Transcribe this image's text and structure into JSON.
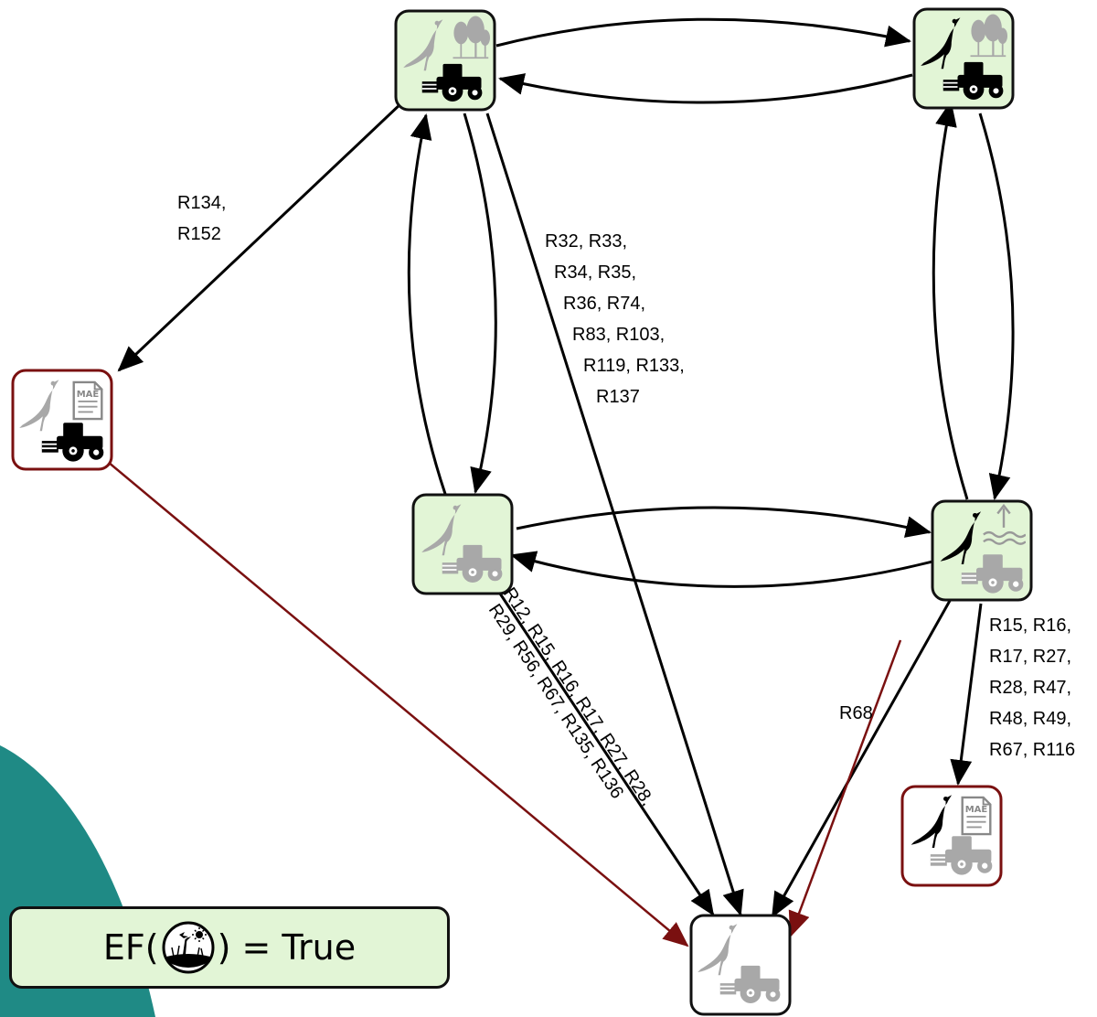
{
  "nodes": [
    {
      "id": "top-left",
      "icons": [
        "bird-grey",
        "trees",
        "tractor-black"
      ],
      "state": "active"
    },
    {
      "id": "top-right",
      "icons": [
        "bird-black",
        "trees",
        "tractor-black"
      ],
      "state": "active"
    },
    {
      "id": "mae-left",
      "icons": [
        "bird-grey",
        "mae-document",
        "tractor-black"
      ],
      "state": "terminal",
      "doc_label": "MAE"
    },
    {
      "id": "middle-left",
      "icons": [
        "bird-grey",
        "tractor-grey"
      ],
      "state": "active"
    },
    {
      "id": "middle-right",
      "icons": [
        "bird-black",
        "water-level",
        "tractor-grey"
      ],
      "state": "active"
    },
    {
      "id": "mae-right",
      "icons": [
        "bird-black",
        "mae-document",
        "tractor-grey"
      ],
      "state": "terminal",
      "doc_label": "MAE"
    },
    {
      "id": "bottom",
      "icons": [
        "bird-grey",
        "tractor-grey"
      ],
      "state": "sink"
    }
  ],
  "edge_labels": {
    "top_left_to_mae": [
      "R134,",
      "R152"
    ],
    "top_left_to_bottom": [
      "R32, R33,",
      "R34, R35,",
      "R36, R74,",
      "R83, R103,",
      "R119, R133,",
      "R137"
    ],
    "middle_left_to_bottom_a": "R12, R15, R16, R17, R27, R28,",
    "middle_left_to_bottom_b": "R29, R56, R67, R135, R136",
    "middle_right_to_bottom": "R68",
    "middle_right_to_mae": [
      "R15, R16,",
      "R17, R27,",
      "R28, R47,",
      "R48, R49,",
      "R67, R116"
    ]
  },
  "formula": {
    "prefix": "EF(",
    "suffix": ") = True",
    "icon": "bird-sun-landscape-icon"
  },
  "colors": {
    "node_fill": "#e2f5d6",
    "terminal_border": "#7a1010",
    "sink_fill": "#ffffff",
    "edge": "#000000",
    "terminal_edge": "#7a1010",
    "teal": "#1f8a85"
  }
}
